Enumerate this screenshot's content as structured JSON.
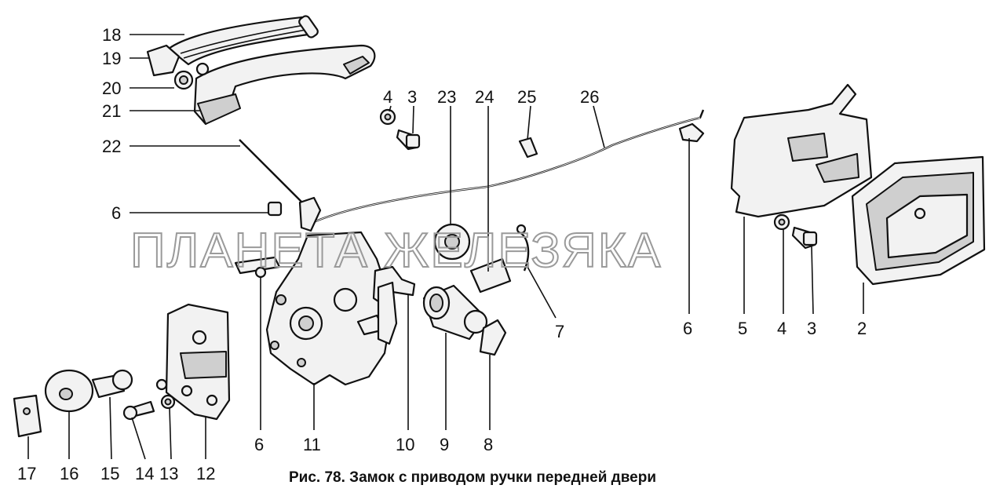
{
  "figure": {
    "caption": "Рис. 78. Замок с приводом ручки передней двери",
    "watermark": "ПЛАНЕТА ЖЕЛЕЗЯКА"
  },
  "labels": {
    "l18": "18",
    "l19": "19",
    "l20": "20",
    "l21": "21",
    "l22": "22",
    "l6a": "6",
    "l4a": "4",
    "l3a": "3",
    "l23": "23",
    "l24": "24",
    "l25": "25",
    "l26": "26",
    "l7": "7",
    "l6b": "6",
    "l5": "5",
    "l4b": "4",
    "l3b": "3",
    "l2": "2",
    "l6c": "6",
    "l11": "11",
    "l10": "10",
    "l9": "9",
    "l8": "8",
    "l17": "17",
    "l16": "16",
    "l15": "15",
    "l14": "14",
    "l13": "13",
    "l12": "12"
  }
}
